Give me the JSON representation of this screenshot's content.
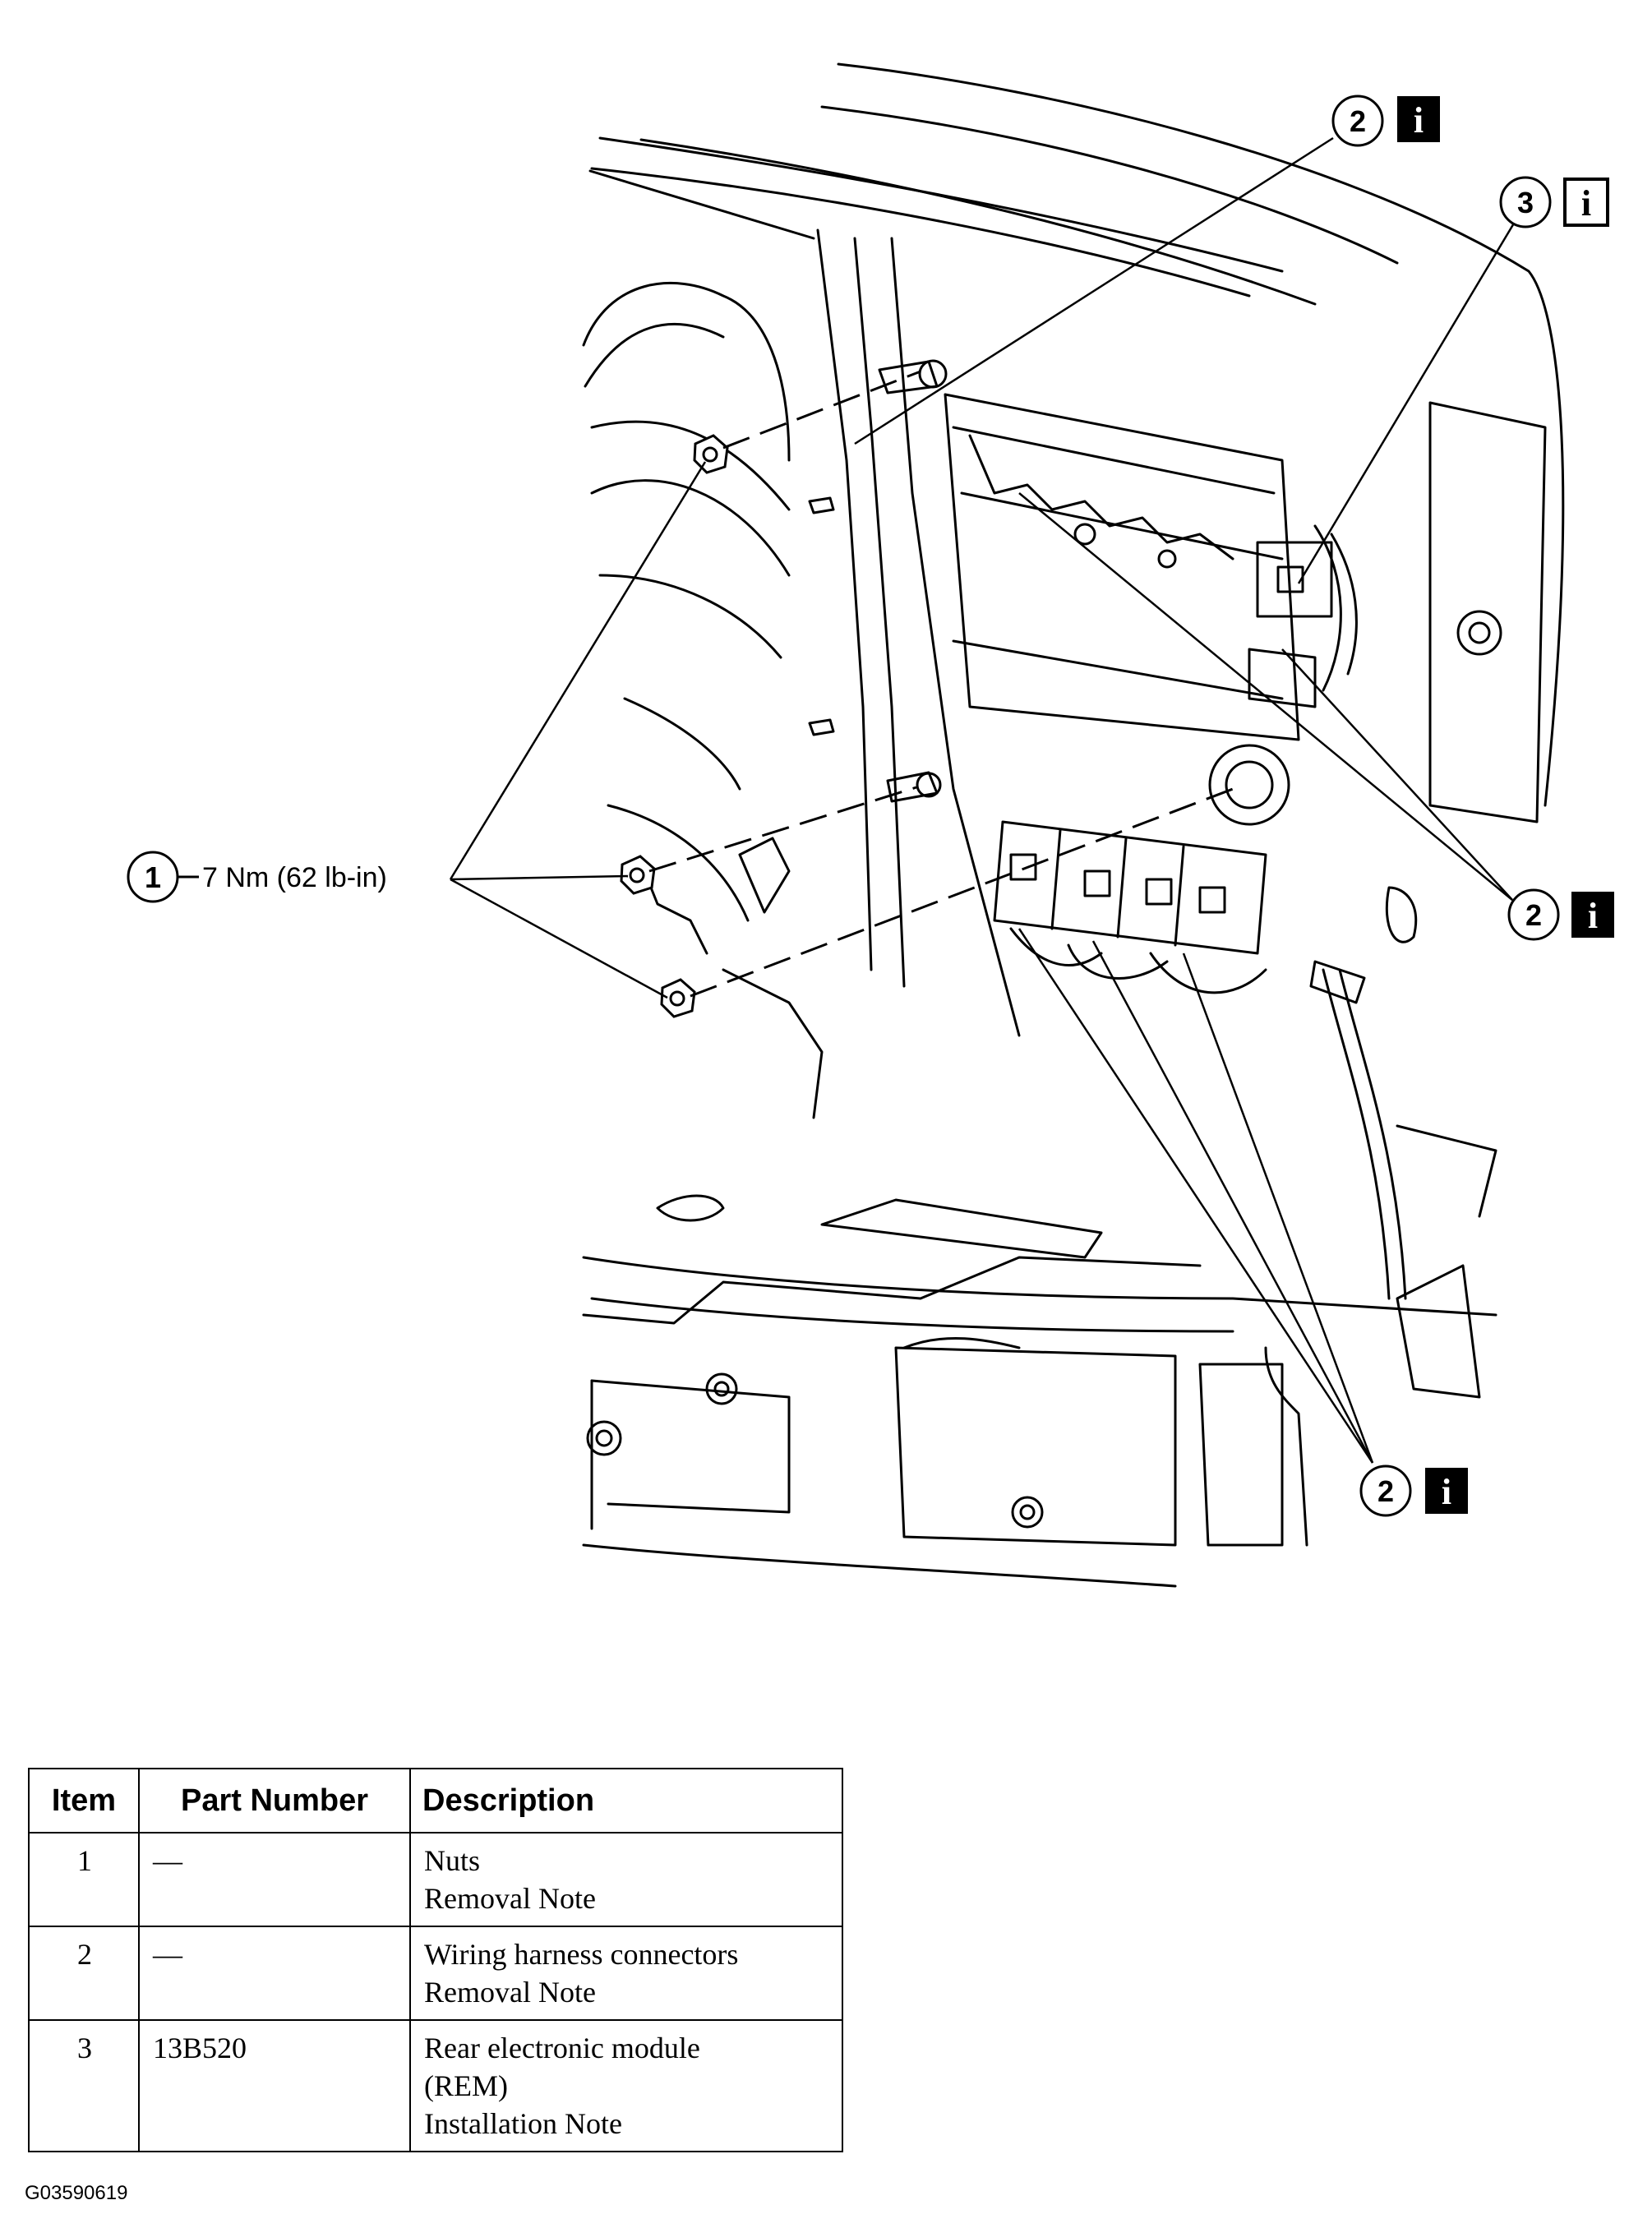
{
  "callouts": [
    {
      "number": "1",
      "text": "7 Nm (62 lb-in)"
    },
    {
      "number": "2",
      "info": "i"
    },
    {
      "number": "3",
      "info": "i"
    }
  ],
  "table": {
    "headers": [
      "Item",
      "Part Number",
      "Description"
    ],
    "rows": [
      {
        "item": "1",
        "part_number": "—",
        "description": [
          "Nuts",
          "Removal Note"
        ]
      },
      {
        "item": "2",
        "part_number": "—",
        "description": [
          "Wiring harness connectors",
          "Removal Note"
        ]
      },
      {
        "item": "3",
        "part_number": "13B520",
        "description": [
          "Rear electronic module",
          "(REM)",
          "Installation Note"
        ]
      }
    ]
  },
  "figure_code": "G03590619"
}
